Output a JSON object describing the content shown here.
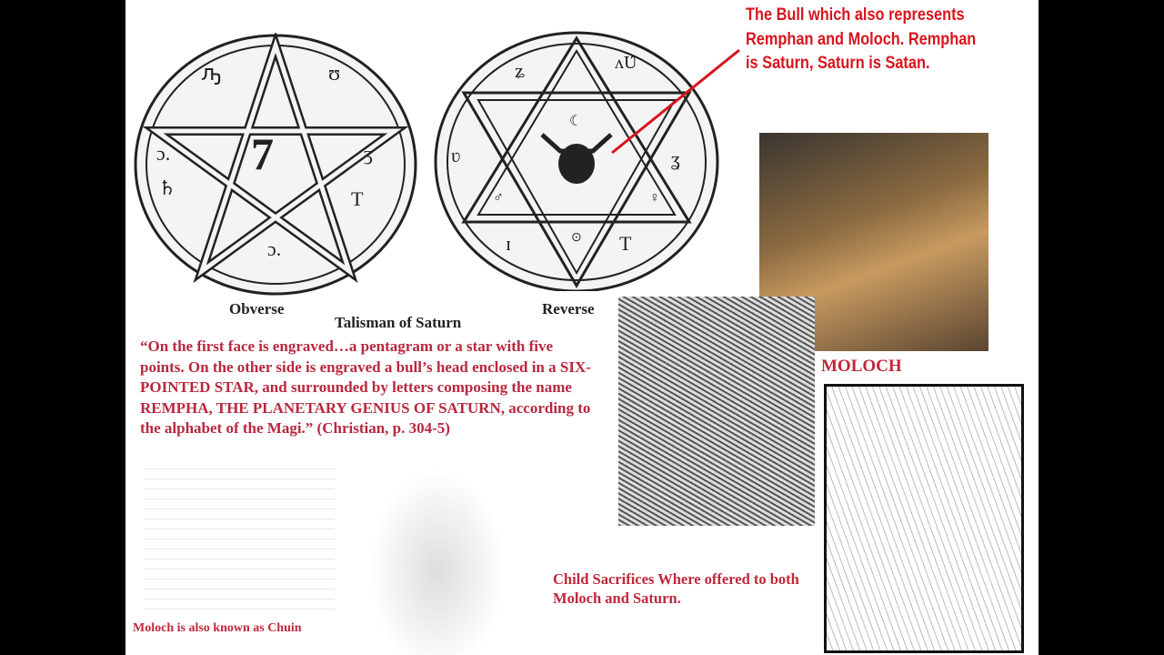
{
  "talisman": {
    "obverse_label": "Obverse",
    "reverse_label": "Reverse",
    "title": "Talisman of Saturn"
  },
  "quote": "“On the first face is engraved…a pentagram or a star with five points. On the other side is engraved a bull’s head enclosed in a SIX-POINTED STAR, and surrounded by letters composing the name REMPHA, THE PLANETARY GENIUS OF SATURN, according to the alphabet of the Magi.” (Christian, p. 304-5)",
  "callout": "The Bull which also represents Remphan and Moloch. Remphan is Saturn, Saturn is Satan.",
  "moloch_label": "MOLOCH",
  "chuin_caption": "Moloch is also known as Chuin",
  "sacrifice_caption": "Child Sacrifices Where offered to both Moloch and Saturn.",
  "colors": {
    "red_text": "#c0283a",
    "callout_red": "#d8141e"
  }
}
